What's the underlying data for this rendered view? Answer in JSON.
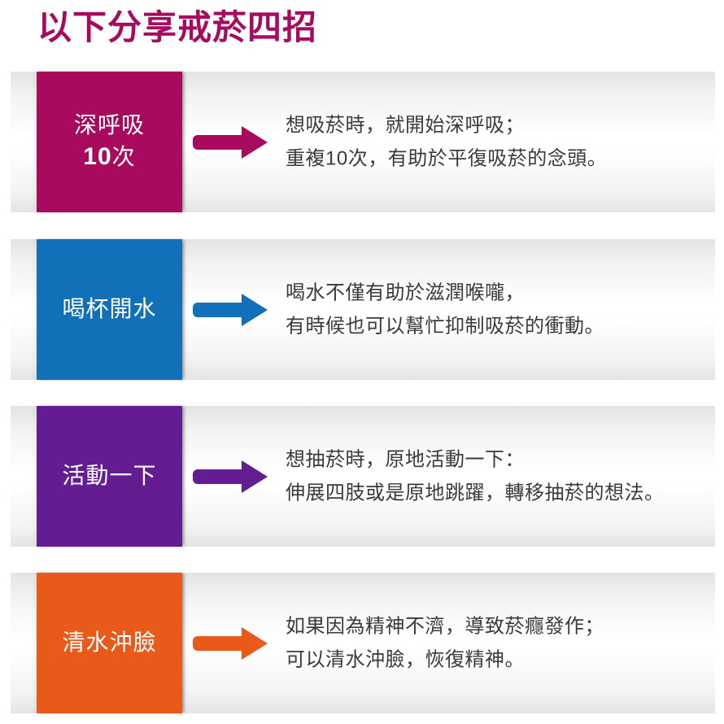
{
  "title": "以下分享戒菸四招",
  "title_color": "#A80B5E",
  "cards": [
    {
      "name": "deep-breathing",
      "color": "#A80B5E",
      "label": "深呼吸",
      "sub_number": "10",
      "sub_unit": "次",
      "arrow_icon": "arrow-right-icon",
      "description_lines": [
        "想吸菸時，就開始深呼吸；",
        "重複10次，有助於平復吸菸的念頭。"
      ]
    },
    {
      "name": "drink-water",
      "color": "#1270B8",
      "label": "喝杯開水",
      "sub_number": "",
      "sub_unit": "",
      "arrow_icon": "arrow-right-icon",
      "description_lines": [
        "喝水不僅有助於滋潤喉嚨，",
        "有時候也可以幫忙抑制吸菸的衝動。"
      ]
    },
    {
      "name": "move-around",
      "color": "#631D90",
      "label": "活動一下",
      "sub_number": "",
      "sub_unit": "",
      "arrow_icon": "arrow-right-icon",
      "description_lines": [
        "想抽菸時，原地活動一下：",
        "伸展四肢或是原地跳躍，轉移抽菸的想法。"
      ]
    },
    {
      "name": "splash-face",
      "color": "#E9591A",
      "label": "清水沖臉",
      "sub_number": "",
      "sub_unit": "",
      "arrow_icon": "arrow-right-icon",
      "description_lines": [
        "如果因為精神不濟，導致菸癮發作；",
        "可以清水沖臉，恢復精神。"
      ]
    }
  ]
}
